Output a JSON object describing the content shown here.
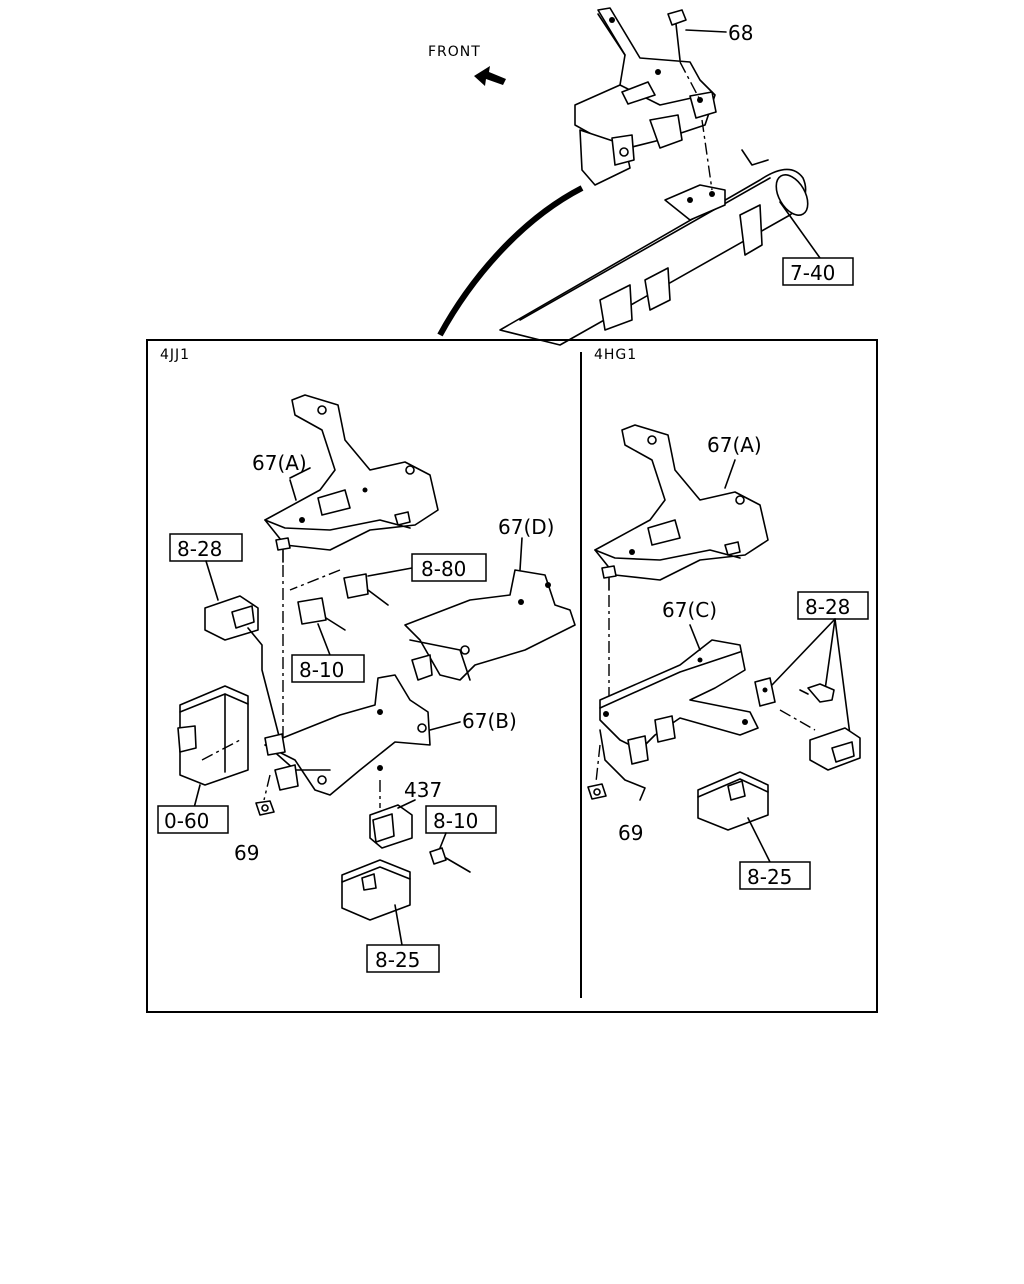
{
  "orientation": {
    "front_label": "FRONT"
  },
  "sections": {
    "left": "4JJ1",
    "right": "4HG1"
  },
  "callouts": {
    "bolt_top": "68",
    "crossmember_ref": "7-40",
    "left_bracket_a": "67(A)",
    "left_bracket_d": "67(D)",
    "left_bracket_b": "67(B)",
    "left_relay_8_28": "8-28",
    "left_connector_8_80": "8-80",
    "left_connector_8_10_upper": "8-10",
    "left_module_0_60": "0-60",
    "left_nut_69": "69",
    "left_relay_437": "437",
    "left_connector_8_10_lower": "8-10",
    "left_cover_8_25": "8-25",
    "right_bracket_a": "67(A)",
    "right_bracket_c": "67(C)",
    "right_relay_8_28": "8-28",
    "right_nut_69": "69",
    "right_cover_8_25": "8-25"
  }
}
